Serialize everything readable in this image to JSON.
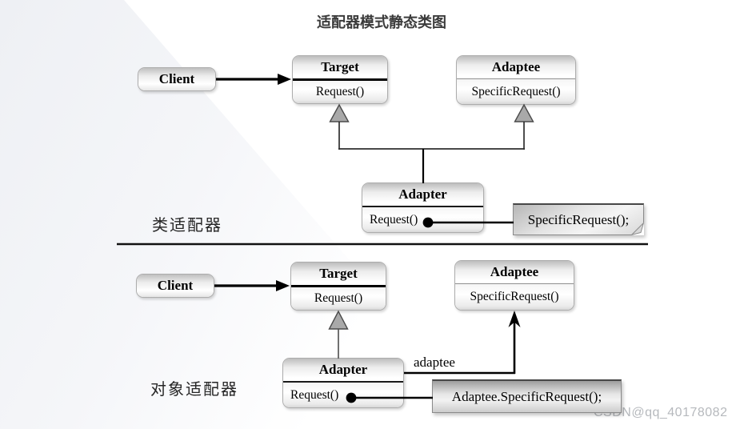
{
  "title": "适配器模式静态类图",
  "top": {
    "label": "类适配器",
    "client": "Client",
    "target": {
      "name": "Target",
      "method": "Request()"
    },
    "adaptee": {
      "name": "Adaptee",
      "method": "SpecificRequest()"
    },
    "adapter": {
      "name": "Adapter",
      "method": "Request()"
    },
    "note": "SpecificRequest();"
  },
  "bottom": {
    "label": "对象适配器",
    "client": "Client",
    "target": {
      "name": "Target",
      "method": "Request()"
    },
    "adaptee": {
      "name": "Adaptee",
      "method": "SpecificRequest()"
    },
    "adapter": {
      "name": "Adapter",
      "method": "Request()"
    },
    "assoc_label": "adaptee",
    "note": "Adaptee.SpecificRequest();"
  },
  "watermark": "CSDN@qq_40178082",
  "colors": {
    "line": "#000000",
    "tree_line": "#2e2e2e",
    "triangle_fill": "#a9a9a9",
    "triangle_border": "#4a4a4a",
    "box_border": "#adadad",
    "note_border": "#8a8a8a",
    "watermark_text": "#b6b9bd"
  }
}
